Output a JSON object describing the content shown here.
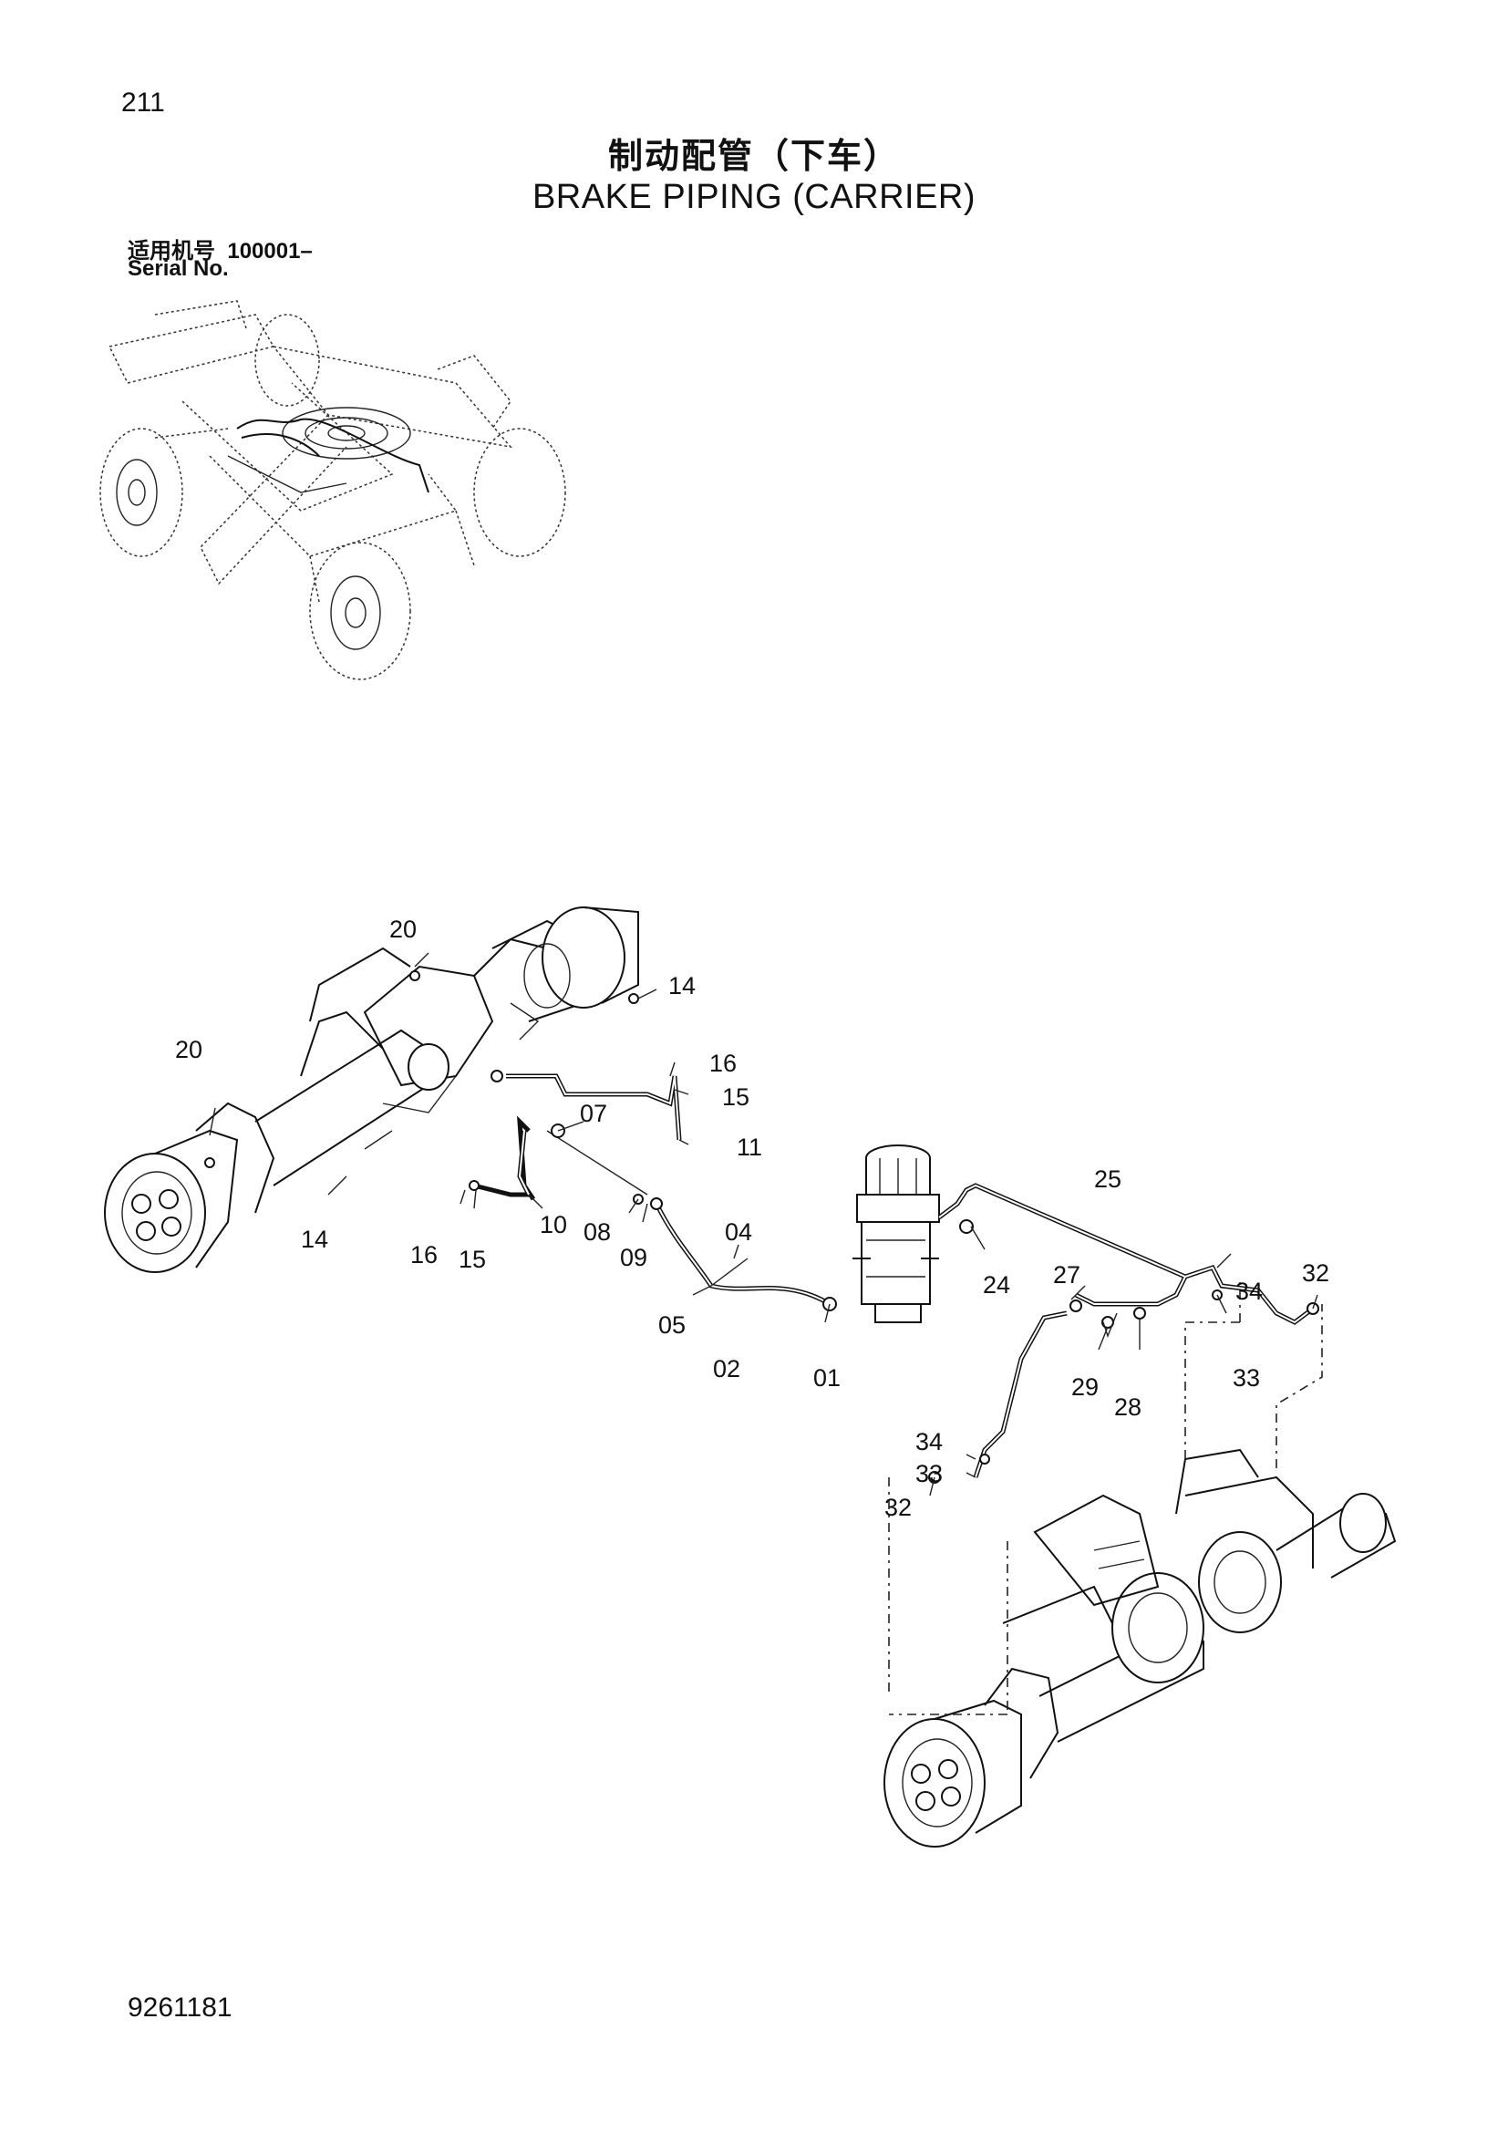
{
  "page_number": "211",
  "title_cn": "制动配管（下车）",
  "title_en": "BRAKE PIPING (CARRIER)",
  "serial": {
    "label_cn": "适用机号",
    "number": "100001–",
    "label_en": "Serial No."
  },
  "document_code": "9261181",
  "callouts": {
    "c20a": "20",
    "c20b": "20",
    "c14a": "14",
    "c14b": "14",
    "c16a": "16",
    "c15a": "15",
    "c11": "11",
    "c07": "07",
    "c10": "10",
    "c16b": "16",
    "c15b": "15",
    "c08": "08",
    "c09": "09",
    "c04": "04",
    "c05": "05",
    "c02": "02",
    "c01": "01",
    "c25": "25",
    "c24": "24",
    "c27": "27",
    "c29": "29",
    "c28": "28",
    "c34a": "34",
    "c32a": "32",
    "c33a": "33",
    "c34b": "34",
    "c33b": "33",
    "c32b": "32"
  }
}
